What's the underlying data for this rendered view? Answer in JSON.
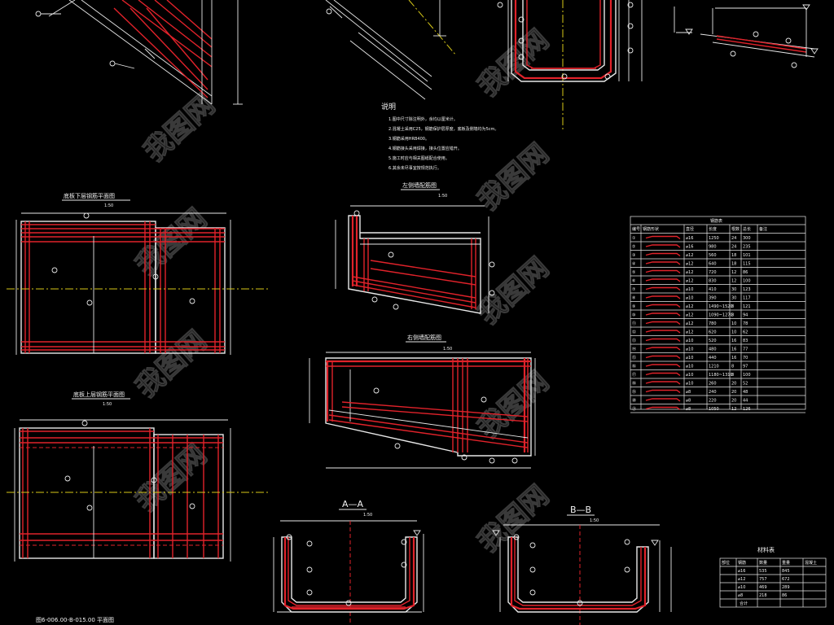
{
  "colors": {
    "background": "#000000",
    "linework": "#e8e8e8",
    "rebar": "#e0222a",
    "centerline": "#d8c918",
    "watermark": "#3a3a3a"
  },
  "views": {
    "top_plan_left": {
      "title": "底板下层钢筋平面图",
      "scale": "1:50"
    },
    "bottom_plan_left": {
      "title": "底板上层钢筋平面图",
      "scale": "1:50"
    },
    "side_wall_left": {
      "title": "左侧墙配筋图",
      "scale": "1:50"
    },
    "side_wall_right": {
      "title": "右侧墙配筋图",
      "scale": "1:50"
    },
    "section_a": {
      "title": "A—A",
      "scale": "1:50"
    },
    "section_b": {
      "title": "B—B",
      "scale": "1:50"
    }
  },
  "notes": {
    "heading": "说明",
    "items": [
      "1.图中尺寸除注明外，余均以厘米计。",
      "2.混凝土采用C25，钢筋保护层厚度，底板及侧墙均为5cm。",
      "3.钢筋采用HRB400。",
      "4.钢筋接头采用焊接，接头位置应错开。",
      "5.施工时应与相关图纸配合使用。",
      "6.其余未尽事宜按规范执行。"
    ]
  },
  "rebar_table": {
    "title": "钢筋表",
    "headers": [
      "编号",
      "钢筋形状",
      "直径",
      "长度",
      "根数",
      "总长",
      "备注"
    ],
    "rows": [
      [
        "①",
        "",
        "⌀16",
        "1250",
        "24",
        "300",
        ""
      ],
      [
        "②",
        "",
        "⌀16",
        "980",
        "24",
        "235",
        ""
      ],
      [
        "③",
        "",
        "⌀12",
        "560",
        "18",
        "101",
        ""
      ],
      [
        "④",
        "",
        "⌀12",
        "640",
        "18",
        "115",
        ""
      ],
      [
        "⑤",
        "",
        "⌀12",
        "720",
        "12",
        "86",
        ""
      ],
      [
        "⑥",
        "",
        "⌀12",
        "830",
        "12",
        "100",
        ""
      ],
      [
        "⑦",
        "",
        "⌀10",
        "410",
        "30",
        "123",
        ""
      ],
      [
        "⑧",
        "",
        "⌀10",
        "390",
        "30",
        "117",
        ""
      ],
      [
        "⑨",
        "",
        "⌀12",
        "1490~1520",
        "8",
        "121",
        ""
      ],
      [
        "⑩",
        "",
        "⌀12",
        "1090~1270",
        "8",
        "94",
        ""
      ],
      [
        "⑪",
        "",
        "⌀12",
        "780",
        "10",
        "78",
        ""
      ],
      [
        "⑫",
        "",
        "⌀12",
        "620",
        "10",
        "62",
        ""
      ],
      [
        "⑬",
        "",
        "⌀10",
        "520",
        "16",
        "83",
        ""
      ],
      [
        "⑭",
        "",
        "⌀10",
        "480",
        "16",
        "77",
        ""
      ],
      [
        "⑮",
        "",
        "⌀10",
        "440",
        "16",
        "70",
        ""
      ],
      [
        "⑯",
        "",
        "⌀10",
        "1210",
        "8",
        "97",
        ""
      ],
      [
        "⑰",
        "",
        "⌀10",
        "1180~1310",
        "8",
        "100",
        ""
      ],
      [
        "⑱",
        "",
        "⌀10",
        "260",
        "20",
        "52",
        ""
      ],
      [
        "⑲",
        "",
        "⌀8",
        "240",
        "20",
        "48",
        ""
      ],
      [
        "⑳",
        "",
        "⌀8",
        "220",
        "20",
        "44",
        ""
      ],
      [
        "㉑",
        "",
        "⌀8",
        "1050",
        "12",
        "126",
        ""
      ]
    ]
  },
  "material_table": {
    "title": "材料表",
    "headers": [
      "部位",
      "钢筋",
      "数量",
      "重量",
      "混凝土"
    ],
    "rows": [
      [
        "",
        "⌀16",
        "535",
        "845",
        ""
      ],
      [
        "",
        "⌀12",
        "757",
        "672",
        ""
      ],
      [
        "",
        "⌀10",
        "469",
        "289",
        ""
      ],
      [
        "",
        "⌀8",
        "218",
        "86",
        ""
      ]
    ],
    "total_label": "合计"
  },
  "drawing_number": "图6-006.00-B-015.00 平面图",
  "watermark_text": "我图网"
}
